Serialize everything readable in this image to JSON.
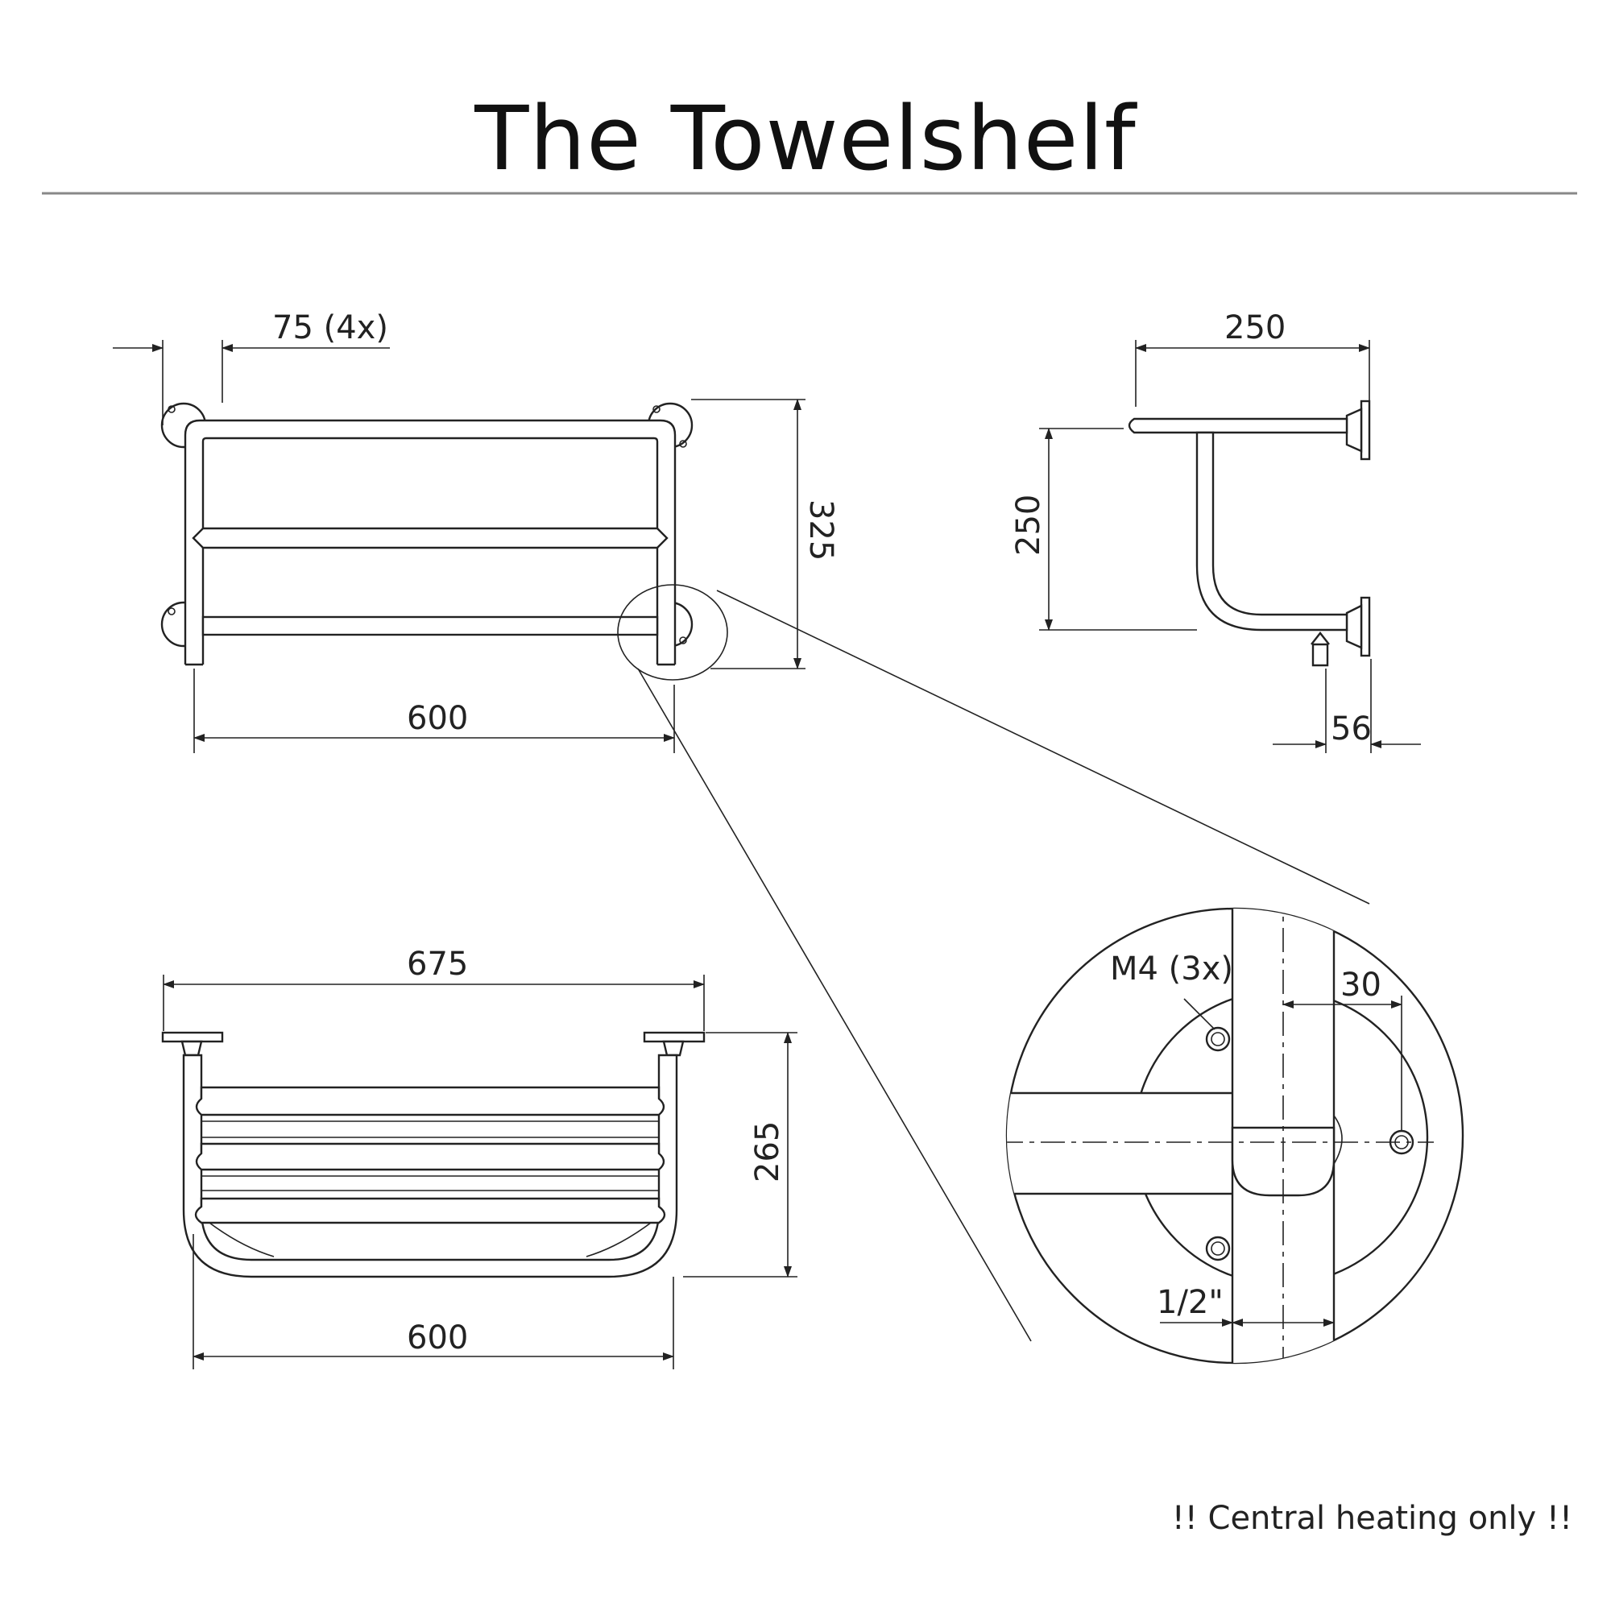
{
  "title": "The Towelshelf",
  "note": "!! Central heating only !!",
  "dimensions": {
    "front_spacing": "75 (4x)",
    "front_height": "325",
    "front_width": "600",
    "side_depth": "250",
    "side_height": "250",
    "side_offset": "56",
    "top_overall": "675",
    "top_height": "265",
    "top_width": "600",
    "detail_thread": "M4 (3x)",
    "detail_offset": "30",
    "detail_pipe": "1/2\""
  },
  "colors": {
    "line": "#222222",
    "background": "#ffffff"
  }
}
